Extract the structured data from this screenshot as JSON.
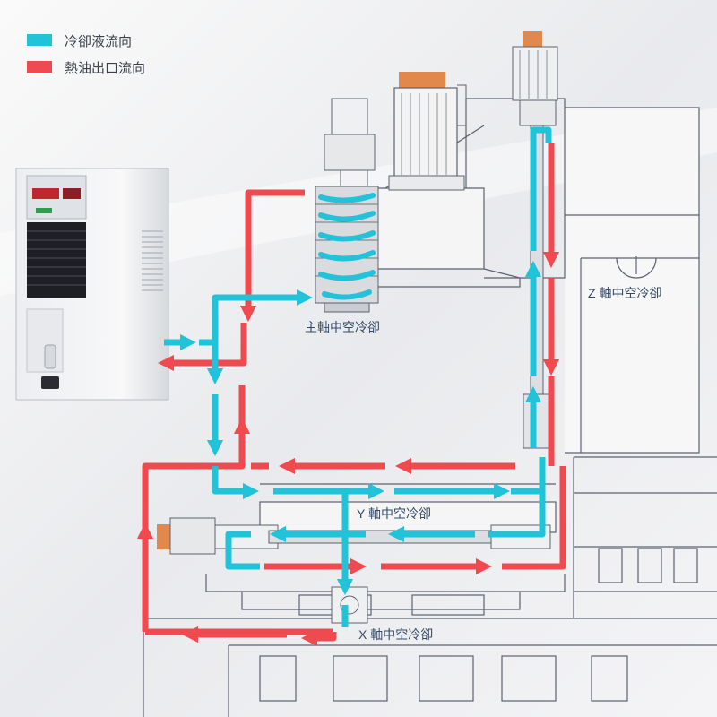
{
  "legend": {
    "coolant": {
      "label": "冷卻液流向",
      "color": "#22c3d8"
    },
    "hot_oil": {
      "label": "熱油出口流向",
      "color": "#ef4a4f"
    }
  },
  "labels": {
    "spindle": "主軸中空冷卻",
    "z_axis": "Z 軸中空冷卻",
    "y_axis": "Y 軸中空冷卻",
    "x_axis": "X 軸中空冷卻"
  },
  "colors": {
    "line": "#5b6270",
    "machine_fill": "#f7f7f8",
    "motor": "#e1894d"
  }
}
